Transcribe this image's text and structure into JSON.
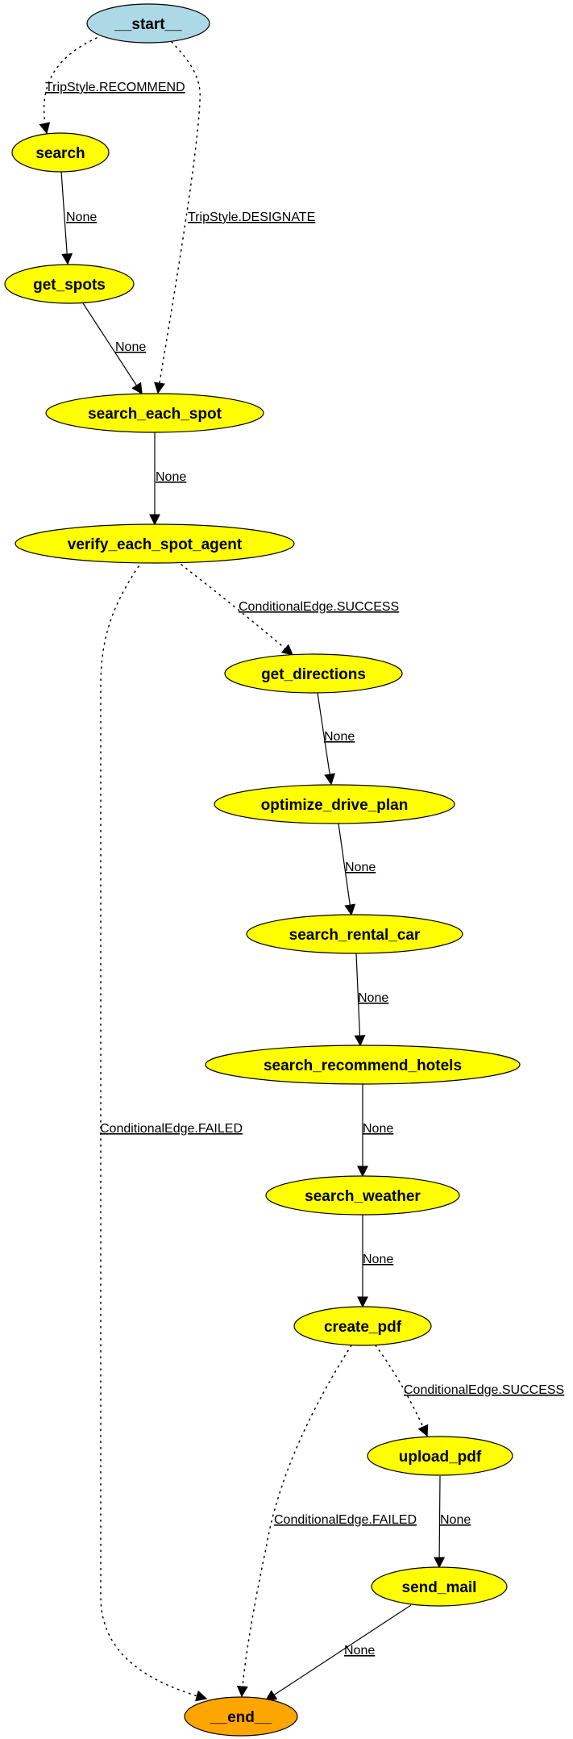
{
  "colors": {
    "start_fill": "#add8e6",
    "node_fill": "#ffff00",
    "end_fill": "#ffa500",
    "stroke": "#000000"
  },
  "nodes": {
    "start": "__start__",
    "search": "search",
    "get_spots": "get_spots",
    "search_each_spot": "search_each_spot",
    "verify_each_spot_agent": "verify_each_spot_agent",
    "get_directions": "get_directions",
    "optimize_drive_plan": "optimize_drive_plan",
    "search_rental_car": "search_rental_car",
    "search_recommend_hotels": "search_recommend_hotels",
    "search_weather": "search_weather",
    "create_pdf": "create_pdf",
    "upload_pdf": "upload_pdf",
    "send_mail": "send_mail",
    "end": "__end__"
  },
  "edges": {
    "start_to_search": "TripStyle.RECOMMEND",
    "start_to_search_each_spot": "TripStyle.DESIGNATE",
    "search_to_get_spots": "None",
    "get_spots_to_search_each_spot": "None",
    "search_each_spot_to_verify": "None",
    "verify_to_get_directions": "ConditionalEdge.SUCCESS",
    "verify_to_end": "ConditionalEdge.FAILED",
    "get_directions_to_optimize": "None",
    "optimize_to_rental_car": "None",
    "rental_car_to_hotels": "None",
    "hotels_to_weather": "None",
    "weather_to_create_pdf": "None",
    "create_pdf_to_upload": "ConditionalEdge.SUCCESS",
    "create_pdf_to_end": "ConditionalEdge.FAILED",
    "upload_to_send_mail": "None",
    "send_mail_to_end": "None"
  }
}
